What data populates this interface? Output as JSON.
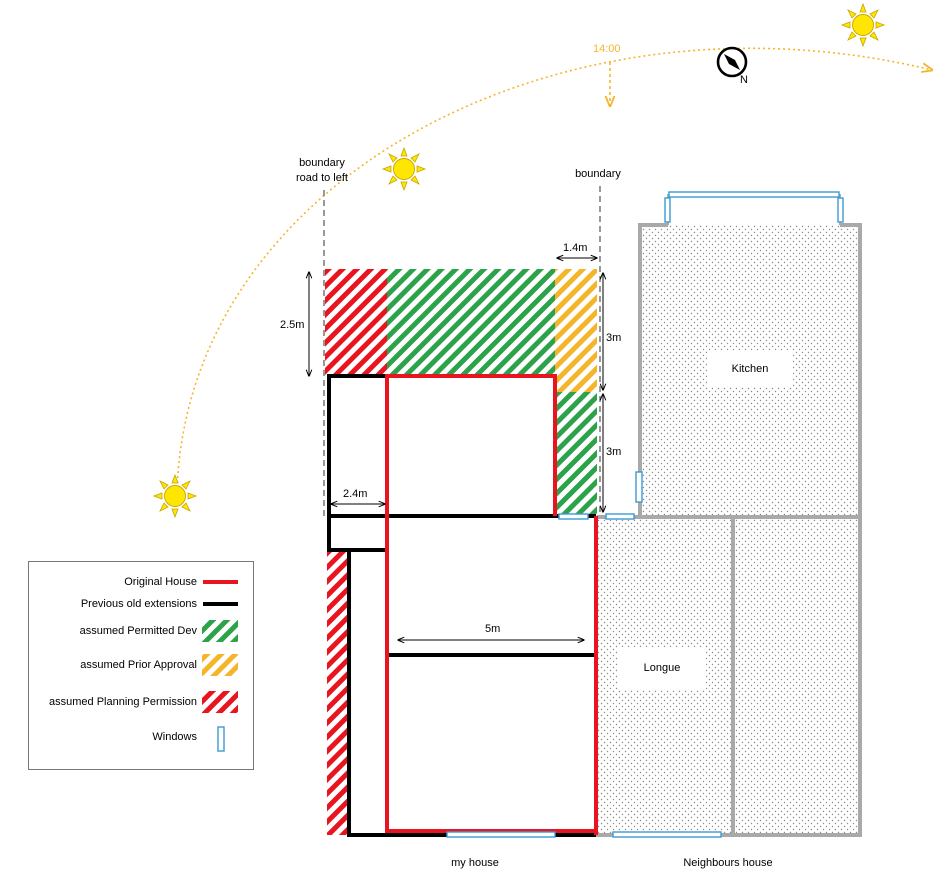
{
  "sun": {
    "time_label": "14:00"
  },
  "compass": {
    "north_label": "N"
  },
  "boundaries": {
    "left_line1": "boundary",
    "left_line2": "road to left",
    "right": "boundary"
  },
  "dimensions": {
    "depth_left": "2.5m",
    "width_prior": "1.4m",
    "depth_upper": "3m",
    "depth_lower": "3m",
    "width_side": "2.4m",
    "width_house": "5m"
  },
  "rooms": {
    "kitchen": "Kitchen",
    "lounge": "Longue"
  },
  "captions": {
    "my_house": "my house",
    "neighbours_house": "Neighbours house"
  },
  "legend": {
    "items": [
      {
        "label": "Original House",
        "swatch": "line",
        "color": "#e8141f"
      },
      {
        "label": "Previous old extensions",
        "swatch": "line",
        "color": "#000000"
      },
      {
        "label": "assumed Permitted Dev",
        "swatch": "hatch",
        "color": "#2ca24a"
      },
      {
        "label": "assumed  Prior Approval",
        "swatch": "hatch",
        "color": "#f5b52a"
      },
      {
        "label": "assumed Planning Permission",
        "swatch": "hatch",
        "color": "#e8141f"
      },
      {
        "label": "Windows",
        "swatch": "window",
        "color": "#3b9ad3"
      }
    ]
  },
  "colors": {
    "original_house": "#e8141f",
    "old_extensions": "#000000",
    "permitted_dev": "#2ca24a",
    "prior_approval": "#f5b52a",
    "planning_permission": "#e8141f",
    "windows": "#3b9ad3",
    "neighbour_walls": "#a9a9a9",
    "sun_path": "#f5b52a"
  }
}
